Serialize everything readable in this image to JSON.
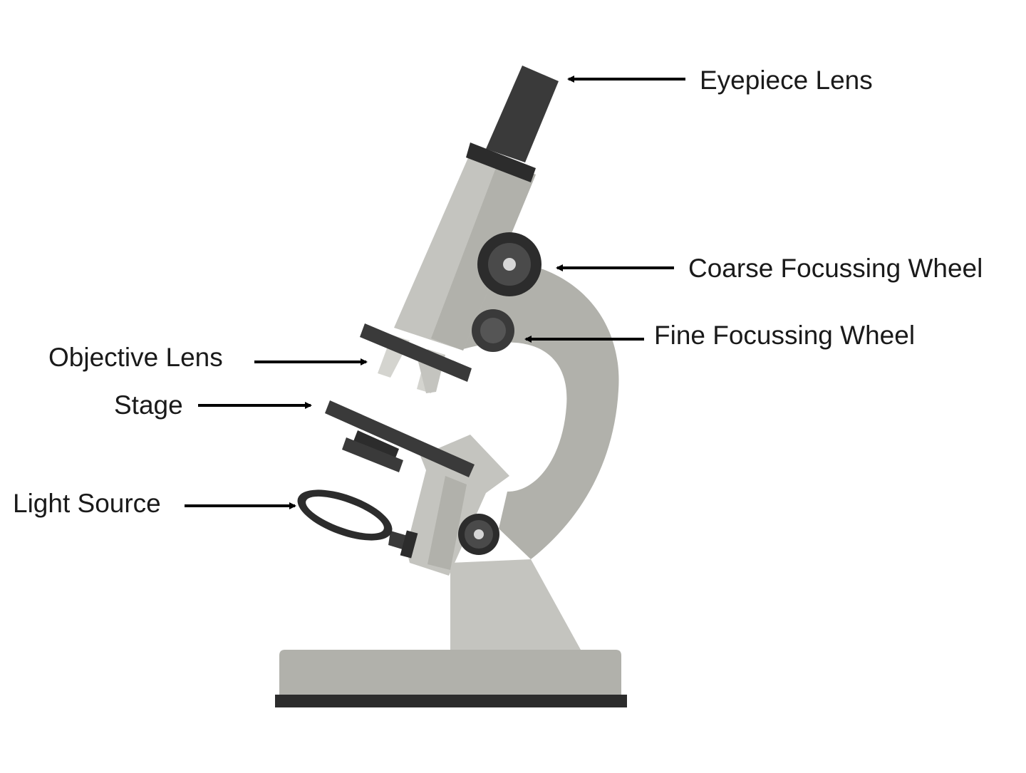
{
  "labels": {
    "eyepiece_lens": "Eyepiece Lens",
    "coarse_focussing_wheel": "Coarse Focussing Wheel",
    "fine_focussing_wheel": "Fine Focussing Wheel",
    "objective_lens": "Objective Lens",
    "stage": "Stage",
    "light_source": "Light Source"
  },
  "colors": {
    "background": "#ffffff",
    "body_light": "#c4c4bf",
    "body_mid": "#b1b1ab",
    "body_dark": "#a5a59f",
    "dark_parts": "#3a3a3a",
    "darkest": "#2c2c2c",
    "arrow": "#000000",
    "text": "#1a1a1a"
  }
}
